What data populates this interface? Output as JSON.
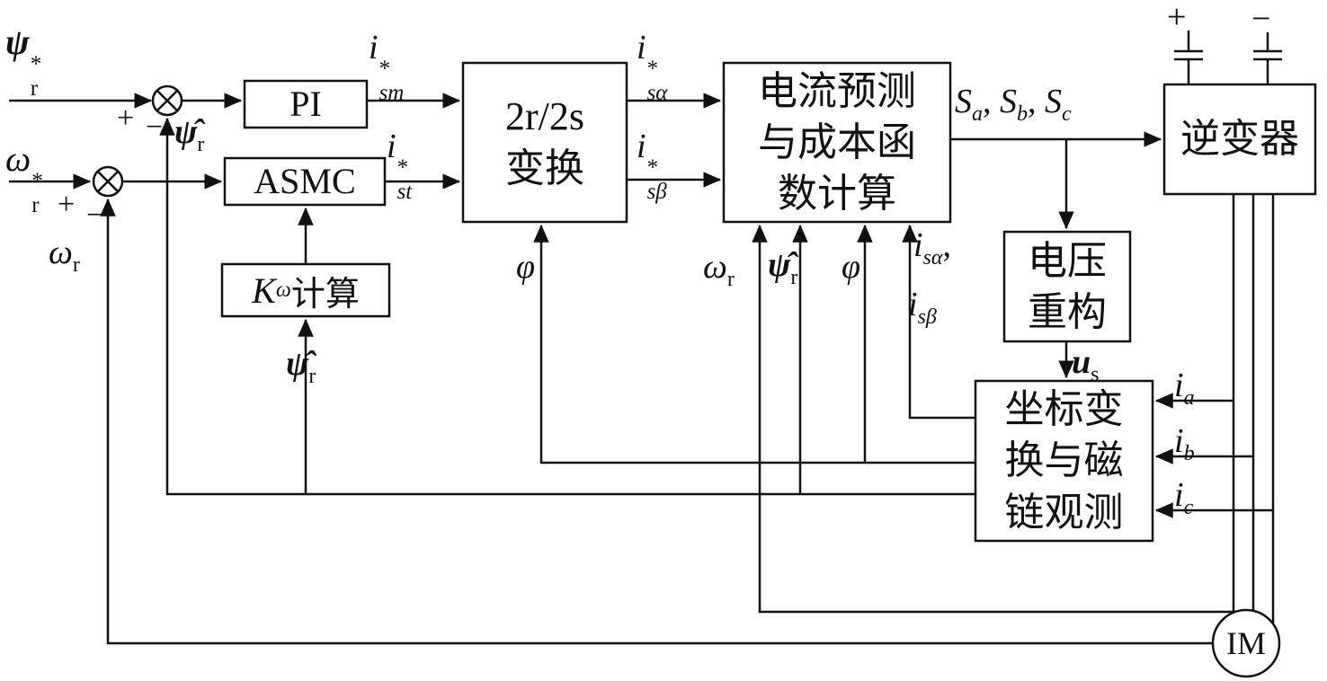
{
  "blocks": {
    "pi": {
      "label": "PI"
    },
    "asmc": {
      "label": "ASMC"
    },
    "komega": {
      "base": "K",
      "sub": "ω",
      "suffix": "计算"
    },
    "transform": {
      "lines": [
        "2r/2s",
        "变换"
      ]
    },
    "cost": {
      "lines": [
        "电流预测",
        "与成本函",
        "数计算"
      ]
    },
    "voltage_recon": {
      "lines": [
        "电压",
        "重构"
      ]
    },
    "coord_flux": {
      "lines": [
        "坐标变",
        "换与磁",
        "链观测"
      ]
    },
    "inverter": {
      "label": "逆变器"
    },
    "motor": {
      "label": "IM"
    }
  },
  "labels": {
    "psi_ref": {
      "base": "ψ",
      "sup": "*",
      "sub": "r"
    },
    "omega_ref": {
      "base": "ω",
      "sup": "*",
      "sub": "r"
    },
    "omega_fb": {
      "base": "ω",
      "sub": "r"
    },
    "psi_hat_j1": {
      "base": "ψ̂",
      "sub": "r"
    },
    "psi_hat_komega": {
      "base": "ψ̂",
      "sub": "r"
    },
    "psi_hat_cost": {
      "base": "ψ̂",
      "sub": "r"
    },
    "i_sm_ref": {
      "base": "i",
      "sup": "*",
      "sub": "sm"
    },
    "i_st_ref": {
      "base": "i",
      "sup": "*",
      "sub": "st"
    },
    "i_salpha_ref": {
      "base": "i",
      "sup": "*",
      "sub": "sα"
    },
    "i_sbeta_ref": {
      "base": "i",
      "sup": "*",
      "sub": "sβ"
    },
    "phi_transform": "φ",
    "omega_cost": {
      "base": "ω",
      "sub": "r"
    },
    "phi_cost": "φ",
    "i_salpha_fb": {
      "base": "i",
      "sub": "sα",
      "tail": ","
    },
    "i_sbeta_fb": {
      "base": "i",
      "sub": "sβ"
    },
    "s_switch": {
      "parts": [
        {
          "base": "S",
          "sub": "a"
        },
        {
          "base": "S",
          "sub": "b"
        },
        {
          "base": "S",
          "sub": "c"
        }
      ],
      "sep": ", "
    },
    "u_s": {
      "base": "u",
      "sub": "s"
    },
    "i_a": {
      "base": "i",
      "sub": "a"
    },
    "i_b": {
      "base": "i",
      "sub": "b"
    },
    "i_c": {
      "base": "i",
      "sub": "c"
    },
    "signs": {
      "j1_plus": "+",
      "j1_minus": "−",
      "j2_plus": "+",
      "j2_minus": "−",
      "dc_plus": "+",
      "dc_minus": "−"
    }
  }
}
